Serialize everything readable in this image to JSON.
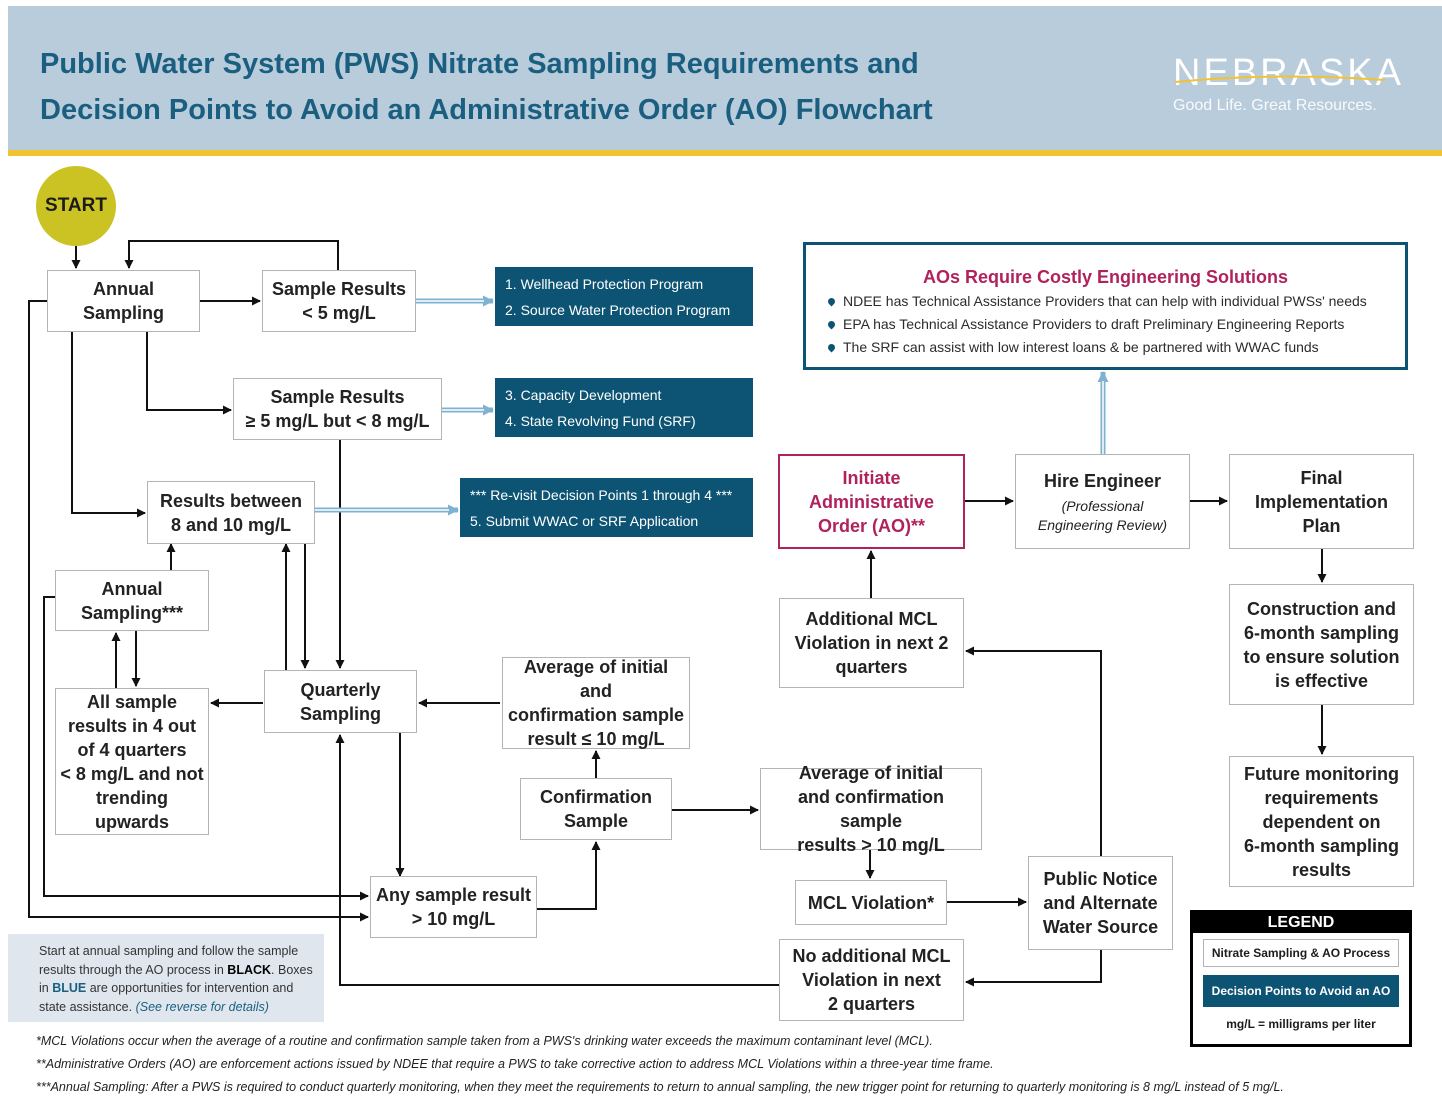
{
  "header": {
    "title_line1": "Public Water System (PWS) Nitrate Sampling Requirements and",
    "title_line2": "Decision Points to Avoid an Administrative Order (AO) Flowchart",
    "logo_name": "NEBRASKA",
    "logo_tagline": "Good Life. Great Resources."
  },
  "start": "START",
  "boxes": {
    "annual_sampling": [
      "Annual",
      "Sampling"
    ],
    "results_lt5": [
      "Sample Results",
      "< 5 mg/L"
    ],
    "results_5_8": [
      "Sample Results",
      "≥ 5 mg/L but < 8 mg/L"
    ],
    "results_8_10": [
      "Results between",
      "8 and 10 mg/L"
    ],
    "annual_sampling_2": [
      "Annual",
      "Sampling***"
    ],
    "all_results": [
      "All sample",
      "results in 4 out",
      "of 4 quarters",
      "< 8 mg/L and not",
      "trending upwards"
    ],
    "quarterly": [
      "Quarterly",
      "Sampling"
    ],
    "avg_le10": [
      "Average of initial and",
      "confirmation sample",
      "result ≤ 10 mg/L"
    ],
    "confirmation": [
      "Confirmation",
      "Sample"
    ],
    "any_gt10": [
      "Any sample result",
      "> 10 mg/L"
    ],
    "avg_gt10": [
      "Average of initial",
      "and confirmation sample",
      "results > 10 mg/L"
    ],
    "mcl_violation": [
      "MCL Violation*"
    ],
    "public_notice": [
      "Public Notice",
      "and Alternate",
      "Water Source"
    ],
    "no_additional": [
      "No additional MCL",
      "Violation in next",
      "2 quarters"
    ],
    "additional": [
      "Additional MCL",
      "Violation in next 2",
      "quarters"
    ],
    "initiate_ao": [
      "Initiate",
      "Administrative",
      "Order (AO)**"
    ],
    "hire_engineer": [
      "Hire Engineer"
    ],
    "hire_engineer_sub": [
      "(Professional",
      "Engineering Review)"
    ],
    "final_plan": [
      "Final",
      "Implementation",
      "Plan"
    ],
    "construction": [
      "Construction and",
      "6-month sampling",
      "to ensure solution",
      "is effective"
    ],
    "future_monitoring": [
      "Future monitoring",
      "requirements",
      "dependent on",
      "6-month sampling",
      "results"
    ]
  },
  "decision_points": {
    "dp_1_2": [
      "1. Wellhead Protection Program",
      "2. Source Water  Protection Program"
    ],
    "dp_3_4": [
      "3. Capacity Development",
      "4. State Revolving Fund (SRF)"
    ],
    "dp_5": [
      "*** Re-visit Decision Points 1 through 4 ***",
      "5. Submit WWAC or SRF Application"
    ]
  },
  "aos": {
    "title": "AOs Require Costly Engineering Solutions",
    "items": [
      "NDEE has Technical Assistance Providers that can help with individual PWSs' needs",
      "EPA has Technical Assistance Providers to draft Preliminary Engineering Reports",
      "The SRF can assist with low interest loans & be partnered with WWAC funds"
    ]
  },
  "note": {
    "text1": "Start at annual sampling and follow the sample results through the AO process in ",
    "black_word": "BLACK",
    "text2": ". Boxes in ",
    "blue_word": "BLUE",
    "text3": " are opportunities for intervention and state assistance. ",
    "link": "(See reverse for details)"
  },
  "legend": {
    "title": "LEGEND",
    "white_label": "Nitrate Sampling & AO Process",
    "blue_label": "Decision Points to Avoid an AO",
    "unit": "mg/L = milligrams per liter"
  },
  "footnotes": [
    "*MCL Violations occur when the average of a routine and confirmation sample taken from a PWS's drinking water exceeds the maximum contaminant level (MCL).",
    "**Administrative Orders (AO) are enforcement actions issued by NDEE that require a PWS to take corrective action to address MCL Violations within a three-year time frame.",
    "***Annual Sampling: After a PWS is required to conduct quarterly monitoring, when they meet the requirements to return to annual sampling, the new trigger point for returning to quarterly monitoring is 8 mg/L instead of 5 mg/L."
  ],
  "colors": {
    "header_bg": "#b9ccdc",
    "header_rule": "#f1c232",
    "title": "#1b5f80",
    "decision_blue": "#0d5474",
    "ao_magenta": "#b0225c",
    "start_yellow": "#cbc224"
  }
}
